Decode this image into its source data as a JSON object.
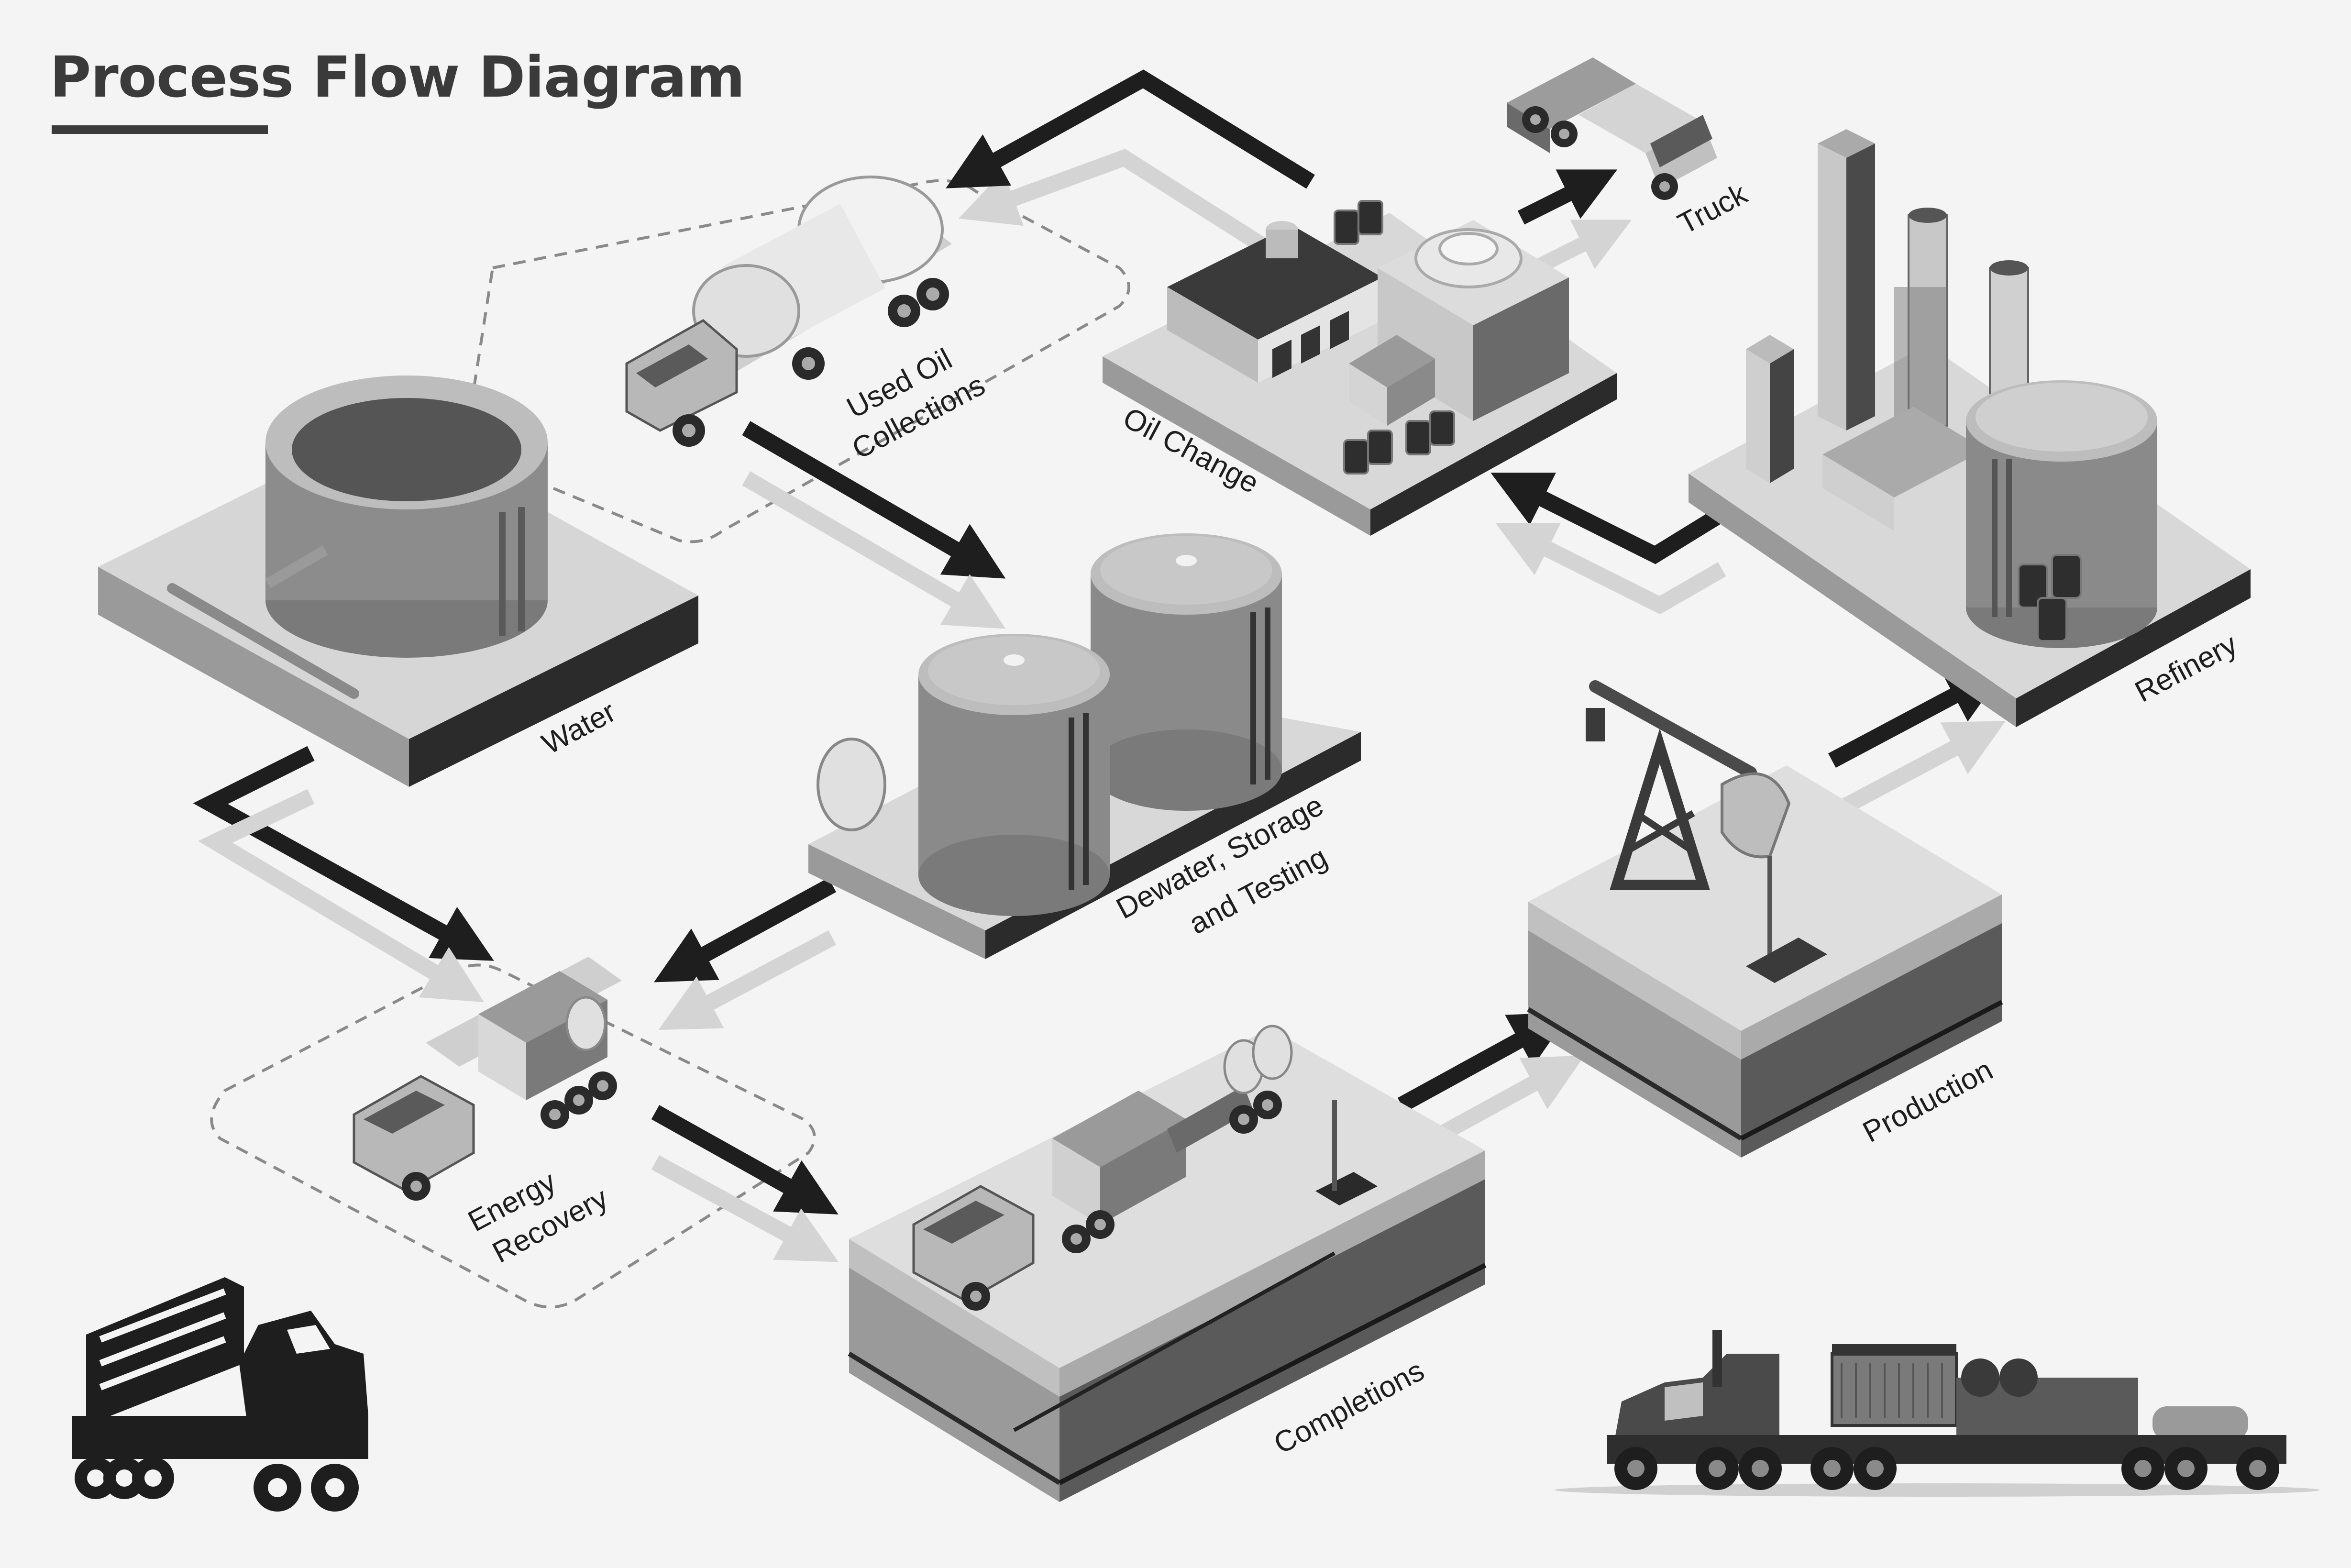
{
  "title": "Process Flow Diagram",
  "colors": {
    "background": "#f4f4f4",
    "arrow_dark": "#1e1e1e",
    "arrow_light": "#d4d4d4",
    "platform_top": "#d8d8d8",
    "platform_left": "#9a9a9a",
    "platform_right": "#2b2b2b",
    "tank": "#8a8a8a"
  },
  "nodes": {
    "used_oil": {
      "line1": "Used Oil",
      "line2": "Collections",
      "icon": "tanker-truck-icon"
    },
    "oil_change": {
      "line1": "Oil Change",
      "icon": "service-building-icon"
    },
    "truck": {
      "line1": "Truck",
      "icon": "truck-icon"
    },
    "refinery": {
      "line1": "Refinery",
      "icon": "refinery-icon"
    },
    "water": {
      "line1": "Water",
      "icon": "water-tank-icon"
    },
    "dewater": {
      "line1": "Dewater, Storage",
      "line2": "and Testing",
      "icon": "storage-tanks-icon"
    },
    "production": {
      "line1": "Production",
      "icon": "pumpjack-icon"
    },
    "energy": {
      "line1": "Energy",
      "line2": "Recovery",
      "icon": "energy-truck-icon"
    },
    "completions": {
      "line1": "Completions",
      "icon": "frac-truck-icon"
    }
  },
  "decorations": {
    "left_truck_icon": "tanker-truck-outline-icon",
    "right_truck_icon": "frac-fleet-truck-icon"
  }
}
